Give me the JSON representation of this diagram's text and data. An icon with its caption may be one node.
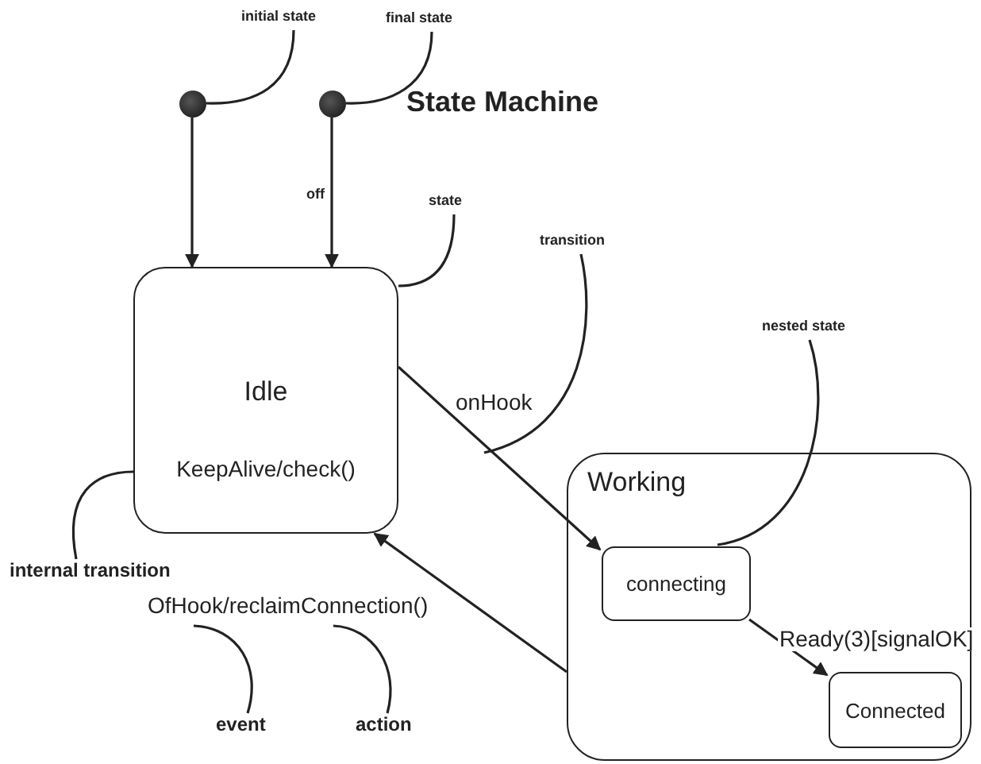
{
  "diagram": {
    "title": "State Machine",
    "nodes": [
      {
        "text": [],
        "shape": "circle"
      },
      {
        "text": [],
        "shape": "circle"
      },
      {
        "text": [
          "Idle",
          "KeepAlive/check()"
        ]
      },
      {
        "text": [
          "Working"
        ]
      },
      {
        "text": [
          "connecting"
        ],
        "in": 3
      },
      {
        "text": [
          "Connected"
        ],
        "in": 3
      },
      {
        "text": [
          "initial state"
        ]
      },
      {
        "text": [
          "final state"
        ]
      },
      {
        "text": [
          "state"
        ]
      },
      {
        "text": [
          "transition"
        ]
      },
      {
        "text": [
          "nested state"
        ]
      },
      {
        "text": [
          "internal transition"
        ]
      },
      {
        "text": [
          "event"
        ]
      },
      {
        "text": [
          "action"
        ]
      }
    ],
    "edges": [
      {
        "from": 0,
        "to": 2,
        "arrow": "to"
      },
      {
        "from": 1,
        "to": 2,
        "arrow": "to",
        "label": "off"
      },
      {
        "from": 2,
        "to": 4,
        "arrow": "to",
        "label": "onHook"
      },
      {
        "from": 3,
        "to": 2,
        "arrow": "to",
        "label": "OfHook/reclaimConnection()"
      },
      {
        "from": 4,
        "to": 5,
        "arrow": "to",
        "label": "Ready(3)[signalOK]"
      },
      {
        "from": 6,
        "to": 0,
        "arrow": "none"
      },
      {
        "from": 7,
        "to": 1,
        "arrow": "none"
      },
      {
        "from": 8,
        "to": 2,
        "arrow": "none"
      },
      {
        "from": 9,
        "to": null,
        "arrow": "none"
      },
      {
        "from": 10,
        "to": 4,
        "arrow": "none"
      },
      {
        "from": 11,
        "to": 2,
        "arrow": "none"
      },
      {
        "from": 12,
        "to": null,
        "arrow": "none"
      },
      {
        "from": 13,
        "to": null,
        "arrow": "none"
      }
    ]
  }
}
